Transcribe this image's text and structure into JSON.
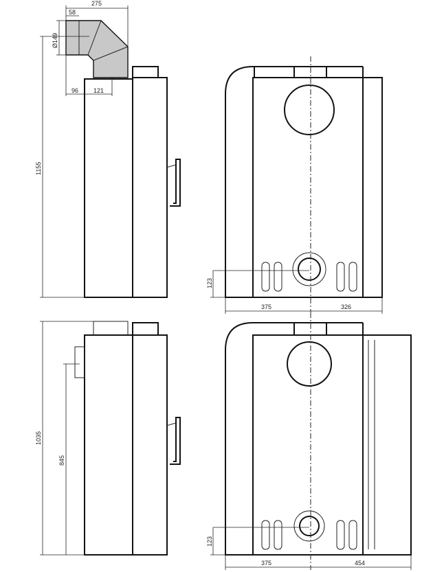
{
  "views": {
    "side_top": {
      "width_total": "275",
      "pipe_length": "58",
      "pipe_diameter": "Ø149",
      "height": "1155",
      "offset_rear": "96",
      "offset_axis": "121"
    },
    "front_top": {
      "inlet_height": "123",
      "left_width": "375",
      "right_width": "326"
    },
    "side_bottom": {
      "height": "1035",
      "rear_outlet_height": "845"
    },
    "front_bottom": {
      "inlet_height": "123",
      "left_width": "375",
      "right_width": "454"
    }
  }
}
